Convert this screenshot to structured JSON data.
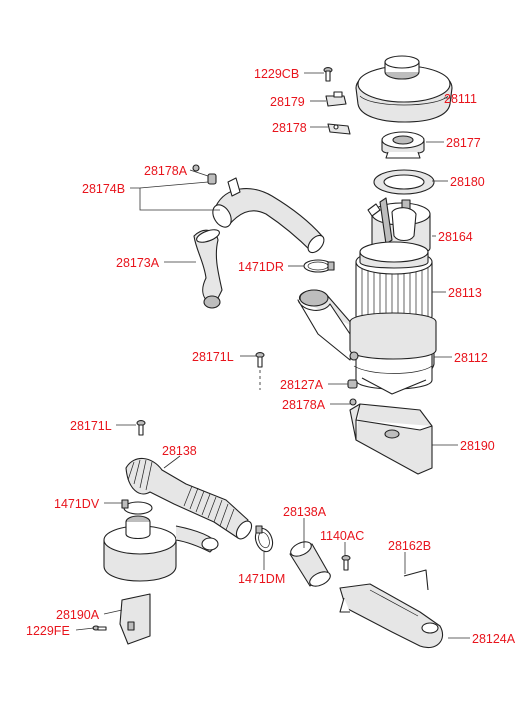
{
  "labels": {
    "p1229CB": "1229CB",
    "p28179": "28179",
    "p28178": "28178",
    "p28111": "28111",
    "p28177": "28177",
    "p28180": "28180",
    "p28178A_top": "28178A",
    "p28174B": "28174B",
    "p28164": "28164",
    "p28173A": "28173A",
    "p1471DR": "1471DR",
    "p28113": "28113",
    "p28171L_mid": "28171L",
    "p28112": "28112",
    "p28127A": "28127A",
    "p28178A_mid": "28178A",
    "p28171L_low": "28171L",
    "p28190": "28190",
    "p28138": "28138",
    "p1471DV": "1471DV",
    "p28138A": "28138A",
    "p1140AC": "1140AC",
    "p28162B": "28162B",
    "p1471DM": "1471DM",
    "p28190A": "28190A",
    "p1229FE": "1229FE",
    "p28124A": "28124A"
  },
  "colors": {
    "label": "#e8141c",
    "line": "#222222",
    "shade": "#e6e6e6"
  }
}
